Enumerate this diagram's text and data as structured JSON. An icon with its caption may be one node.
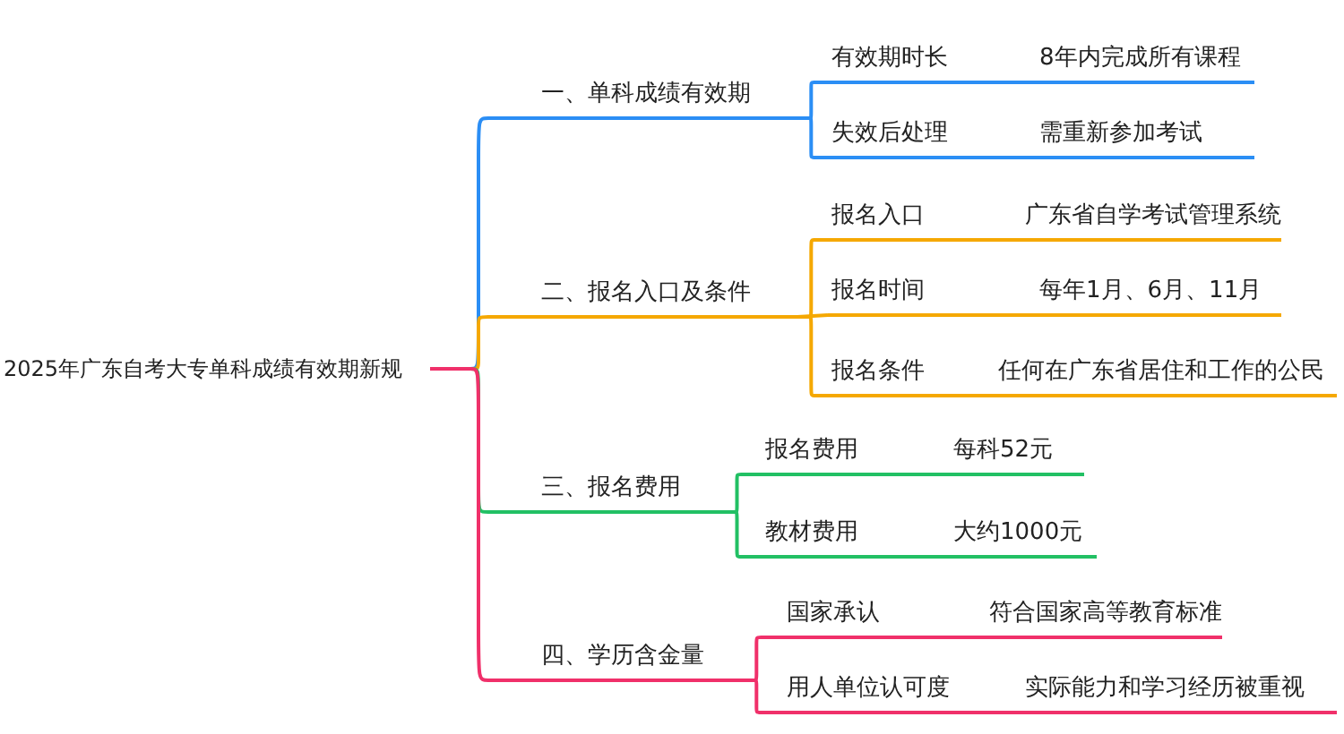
{
  "diagram": {
    "nodes": [
      {
        "text": [
          "2025年广东自考大专单科成绩有效期新规"
        ]
      },
      {
        "text": [
          "一、单科成绩有效期"
        ]
      },
      {
        "text": [
          "有效期时长"
        ]
      },
      {
        "text": [
          "8年内完成所有课程"
        ]
      },
      {
        "text": [
          "失效后处理"
        ]
      },
      {
        "text": [
          "需重新参加考试"
        ]
      },
      {
        "text": [
          "二、报名入口及条件"
        ]
      },
      {
        "text": [
          "报名入口"
        ]
      },
      {
        "text": [
          "广东省自学考试管理系统"
        ]
      },
      {
        "text": [
          "报名时间"
        ]
      },
      {
        "text": [
          "每年1月、6月、11月"
        ]
      },
      {
        "text": [
          "报名条件"
        ]
      },
      {
        "text": [
          "任何在广东省居住和工作的公民"
        ]
      },
      {
        "text": [
          "三、报名费用"
        ]
      },
      {
        "text": [
          "报名费用"
        ]
      },
      {
        "text": [
          "每科52元"
        ]
      },
      {
        "text": [
          "教材费用"
        ]
      },
      {
        "text": [
          "大约1000元"
        ]
      },
      {
        "text": [
          "四、学历含金量"
        ]
      },
      {
        "text": [
          "国家承认"
        ]
      },
      {
        "text": [
          "符合国家高等教育标准"
        ]
      },
      {
        "text": [
          "用人单位认可度"
        ]
      },
      {
        "text": [
          "实际能力和学习经历被重视"
        ]
      }
    ],
    "edges": [
      {
        "from": 0,
        "to": 1,
        "arrow": "none",
        "color": "#2b8ef5"
      },
      {
        "from": 1,
        "to": 2,
        "arrow": "none",
        "color": "#2b8ef5"
      },
      {
        "from": 2,
        "to": 3,
        "arrow": "none",
        "color": "#2b8ef5"
      },
      {
        "from": 1,
        "to": 4,
        "arrow": "none",
        "color": "#2b8ef5"
      },
      {
        "from": 4,
        "to": 5,
        "arrow": "none",
        "color": "#2b8ef5"
      },
      {
        "from": 0,
        "to": 6,
        "arrow": "none",
        "color": "#f5a800"
      },
      {
        "from": 6,
        "to": 7,
        "arrow": "none",
        "color": "#f5a800"
      },
      {
        "from": 7,
        "to": 8,
        "arrow": "none",
        "color": "#f5a800"
      },
      {
        "from": 6,
        "to": 9,
        "arrow": "none",
        "color": "#f5a800"
      },
      {
        "from": 9,
        "to": 10,
        "arrow": "none",
        "color": "#f5a800"
      },
      {
        "from": 6,
        "to": 11,
        "arrow": "none",
        "color": "#f5a800"
      },
      {
        "from": 11,
        "to": 12,
        "arrow": "none",
        "color": "#f5a800"
      },
      {
        "from": 0,
        "to": 13,
        "arrow": "none",
        "color": "#22c064"
      },
      {
        "from": 13,
        "to": 14,
        "arrow": "none",
        "color": "#22c064"
      },
      {
        "from": 14,
        "to": 15,
        "arrow": "none",
        "color": "#22c064"
      },
      {
        "from": 13,
        "to": 16,
        "arrow": "none",
        "color": "#22c064"
      },
      {
        "from": 16,
        "to": 17,
        "arrow": "none",
        "color": "#22c064"
      },
      {
        "from": 0,
        "to": 18,
        "arrow": "none",
        "color": "#f0306a"
      },
      {
        "from": 18,
        "to": 19,
        "arrow": "none",
        "color": "#f0306a"
      },
      {
        "from": 19,
        "to": 20,
        "arrow": "none",
        "color": "#f0306a"
      },
      {
        "from": 18,
        "to": 21,
        "arrow": "none",
        "color": "#f0306a"
      },
      {
        "from": 21,
        "to": 22,
        "arrow": "none",
        "color": "#f0306a"
      }
    ]
  }
}
